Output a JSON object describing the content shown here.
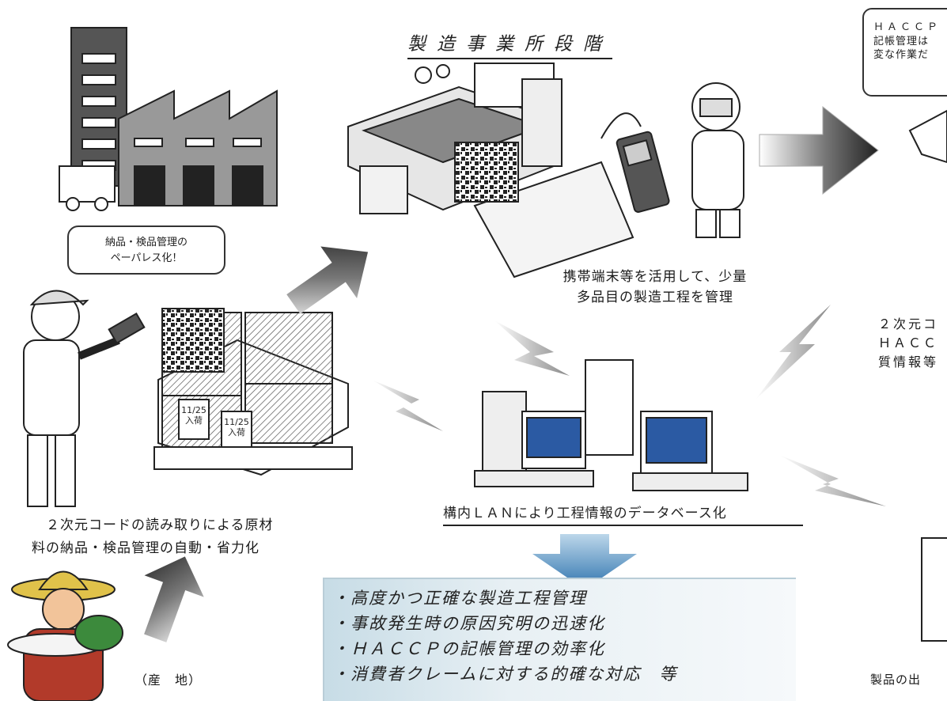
{
  "stage_title": "製造事業所段階",
  "speech_bubble": [
    "納品・検品管理の",
    "ペーパレス化！"
  ],
  "haccp_note": [
    "ＨＡＣＣＰ",
    "記帳管理は",
    "変な作業だ"
  ],
  "mobile_caption": [
    "携帯端末等を活用して、少量",
    "多品目の製造工程を管理"
  ],
  "right_caption": [
    "２次元コ",
    "ＨＡＣＣ",
    "質情報等"
  ],
  "lan_caption": "構内ＬＡＮにより工程情報のデータベース化",
  "barcode_caption": [
    "２次元コードの読み取りによる原材",
    "料の納品・検品管理の自動・省力化"
  ],
  "origin_label": "（産　地）",
  "shipping_label": "製品の出",
  "crate_labels": [
    "11/25入荷",
    "11/25入荷"
  ],
  "benefits": [
    "・高度かつ正確な製造工程管理",
    "・事故発生時の原因究明の迅速化",
    "・ＨＡＣＣＰの記帳管理の効率化",
    "・消費者クレームに対する的確な対応　等"
  ]
}
